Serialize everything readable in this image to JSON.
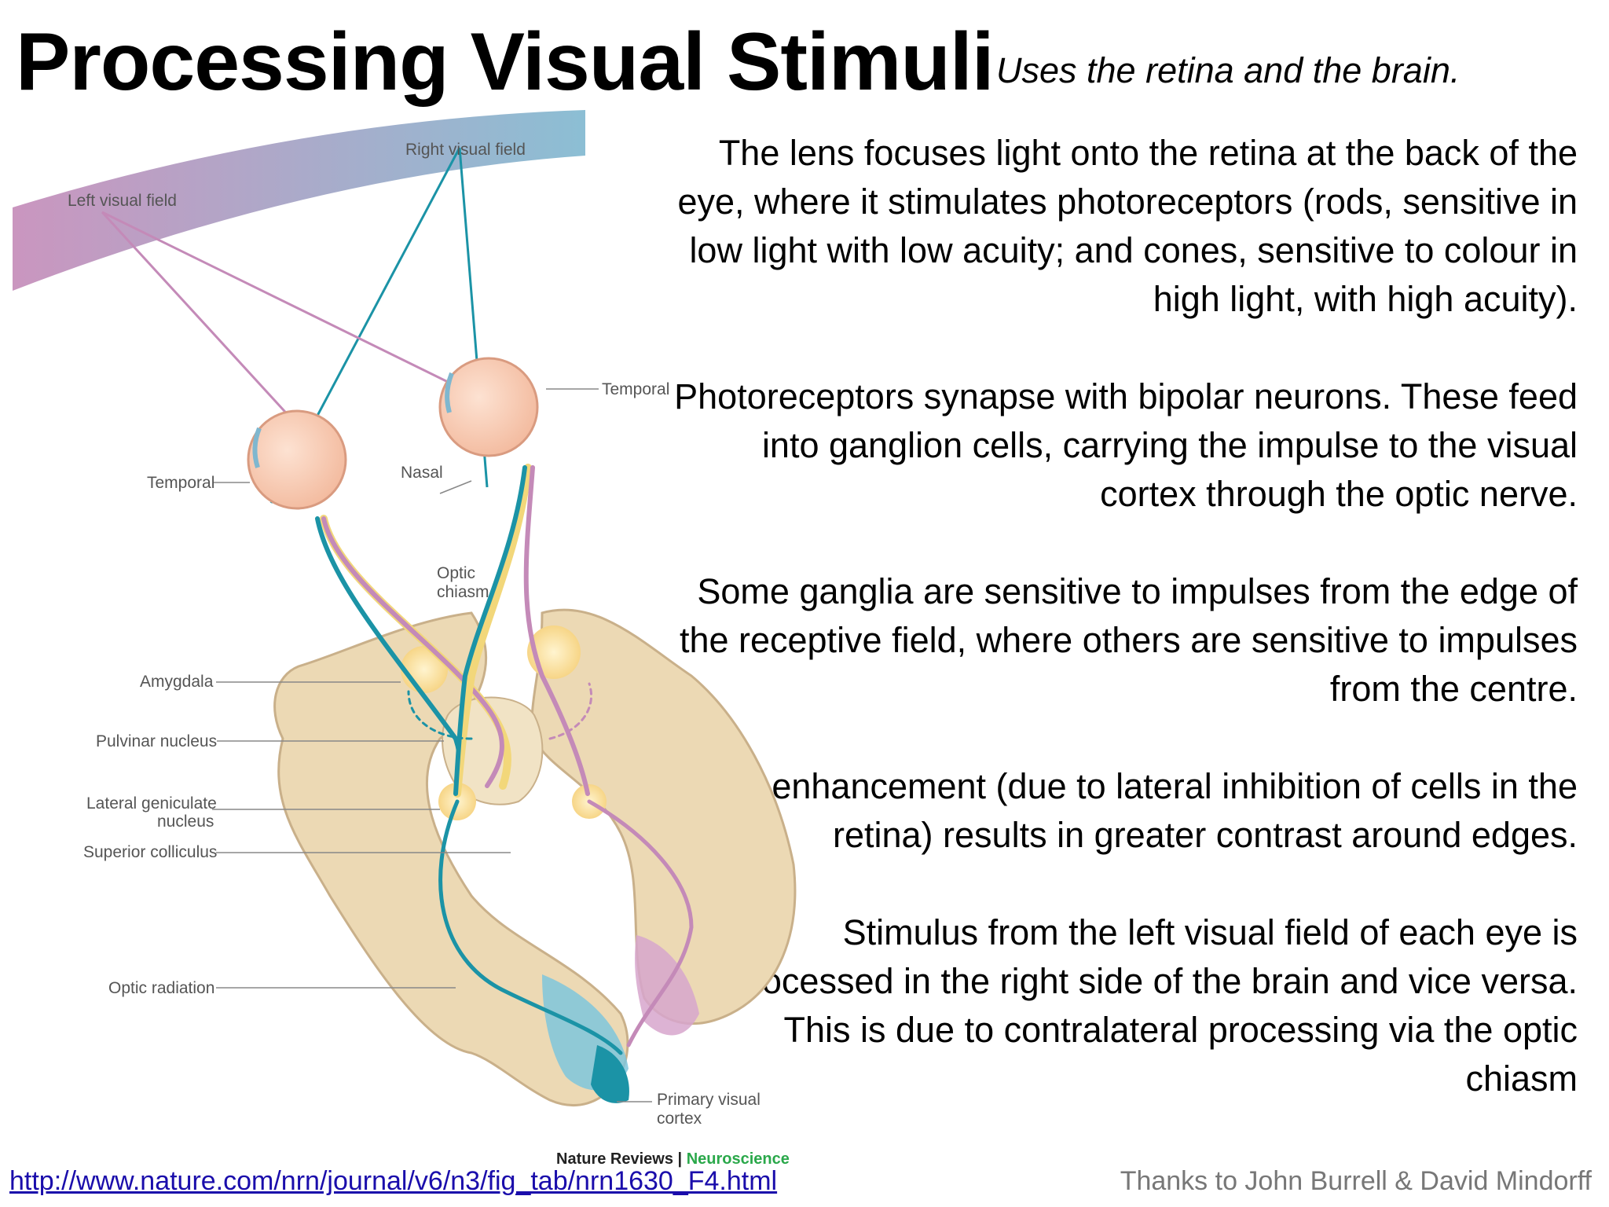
{
  "slide": {
    "title": "Processing Visual Stimuli",
    "subtitle": "Uses the retina and the brain.",
    "paragraphs": [
      "The lens focuses light onto the retina at the back of the eye, where it stimulates photoreceptors (rods, sensitive in low light with low acuity;  and cones, sensitive to colour in high light, with high acuity).",
      "Photoreceptors synapse with bipolar neurons. These feed into ganglion cells, carrying the impulse to the visual cortex through the optic nerve.",
      "Some ganglia are sensitive to impulses from the edge of the receptive field, where others are sensitive to impulses from the centre.",
      "Edge enhancement (due to lateral inhibition of cells in the retina) results in greater contrast around edges.",
      "Stimulus from the left visual field of each eye is processed in the right side of the brain and vice versa. This is due to contralateral processing via the optic chiasm"
    ],
    "source_link": "http://www.nature.com/nrn/journal/v6/n3/fig_tab/nrn1630_F4.html",
    "thanks": "Thanks to John Burrell & David Mindorff"
  },
  "diagram": {
    "labels": {
      "right_visual_field": "Right visual field",
      "left_visual_field": "Left visual field",
      "temporal_right": "Temporal",
      "temporal_left": "Temporal",
      "nasal": "Nasal",
      "optic_chiasm_1": "Optic",
      "optic_chiasm_2": "chiasm",
      "amygdala": "Amygdala",
      "pulvinar_nucleus": "Pulvinar nucleus",
      "lgn_1": "Lateral geniculate",
      "lgn_2": "nucleus",
      "superior_colliculus": "Superior colliculus",
      "optic_radiation": "Optic radiation",
      "primary_visual_cortex_1": "Primary visual",
      "primary_visual_cortex_2": "cortex"
    },
    "credit_journal": "Nature Reviews",
    "credit_separator": " | ",
    "credit_section": "Neuroscience",
    "colors": {
      "left_field": "#c48ab8",
      "right_field": "#7fb7cf",
      "teal_pathway": "#1b93a6",
      "pink_pathway": "#c48ab8",
      "brain_tissue": "#ecd9b4",
      "brain_edge": "#c9b08a",
      "eyeball": "#f7c9b0",
      "nucleus": "#f7d98a"
    }
  }
}
